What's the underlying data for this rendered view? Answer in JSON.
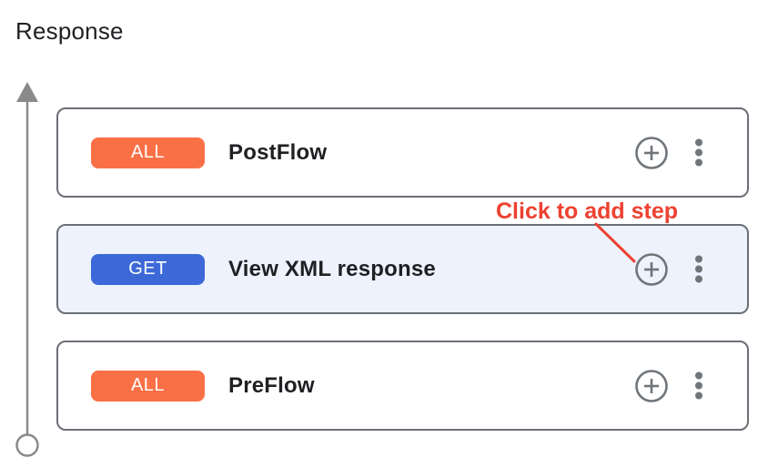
{
  "page": {
    "title": "Response"
  },
  "flow": {
    "direction": "bottom-to-top",
    "cards": [
      {
        "method": "ALL",
        "method_color": "#fa7046",
        "name": "PostFlow",
        "selected": false,
        "background": "#ffffff"
      },
      {
        "method": "GET",
        "method_color": "#3c69d7",
        "name": "View XML response",
        "selected": true,
        "background": "#edf2fc"
      },
      {
        "method": "ALL",
        "method_color": "#fa7046",
        "name": "PreFlow",
        "selected": false,
        "background": "#ffffff"
      }
    ],
    "icons": {
      "add_step": "plus-circle-icon",
      "card_menu": "kebab-menu-icon",
      "flow_direction": "up-arrow-with-circle-end"
    }
  },
  "annotation": {
    "text": "Click to add step",
    "color": "#ee4130"
  },
  "colors": {
    "card_border": "#6b7076",
    "icon_gray": "#70757a",
    "arrow_gray": "#8a8a8a",
    "title_text": "#202124",
    "label_text": "#1f2023",
    "selected_card_background": "#edf2fc"
  }
}
